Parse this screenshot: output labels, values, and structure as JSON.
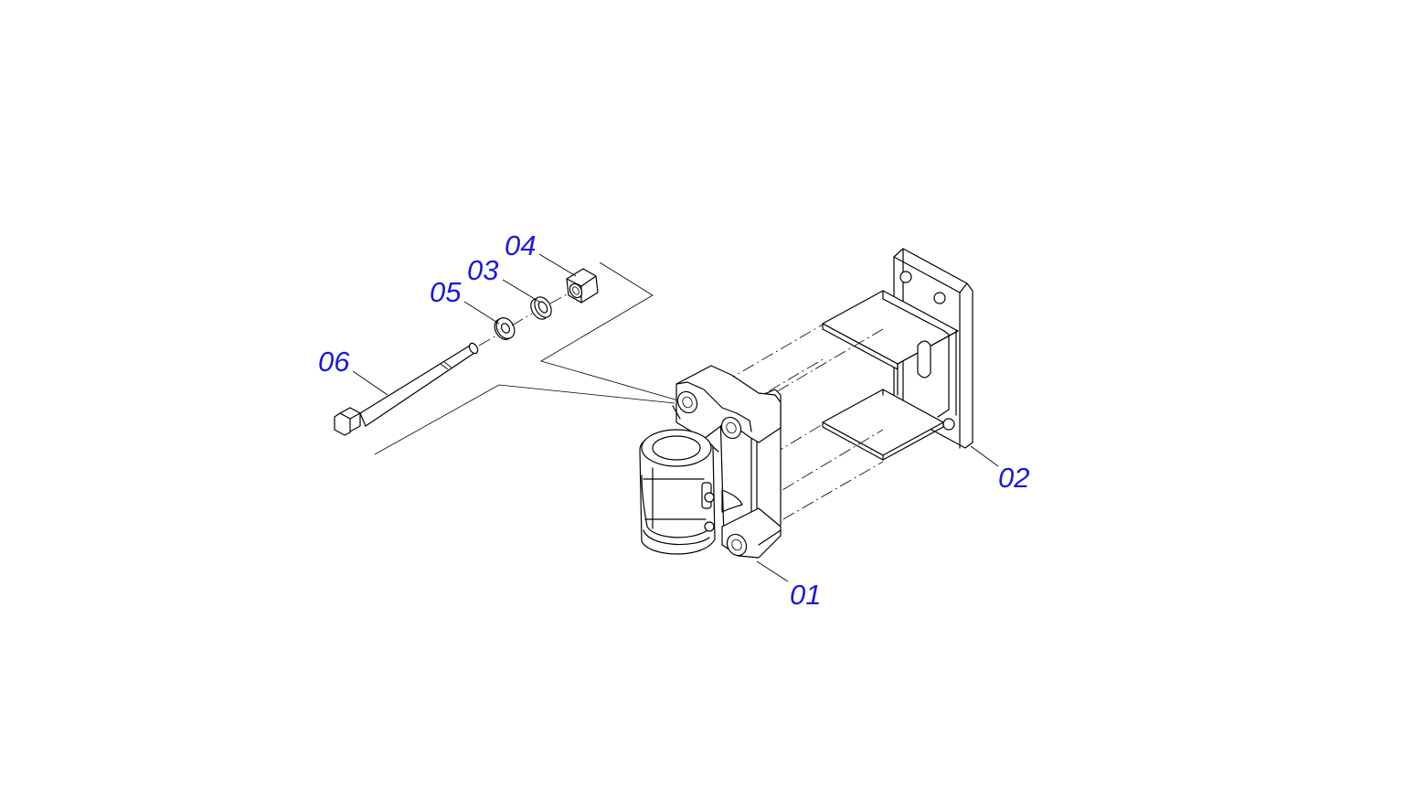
{
  "callouts": [
    {
      "id": "01",
      "text": "01"
    },
    {
      "id": "02",
      "text": "02"
    },
    {
      "id": "03",
      "text": "03"
    },
    {
      "id": "04",
      "text": "04"
    },
    {
      "id": "05",
      "text": "05"
    },
    {
      "id": "06",
      "text": "06"
    }
  ],
  "colors": {
    "label": "#1a1adb",
    "line": "#000000",
    "background": "#ffffff"
  }
}
